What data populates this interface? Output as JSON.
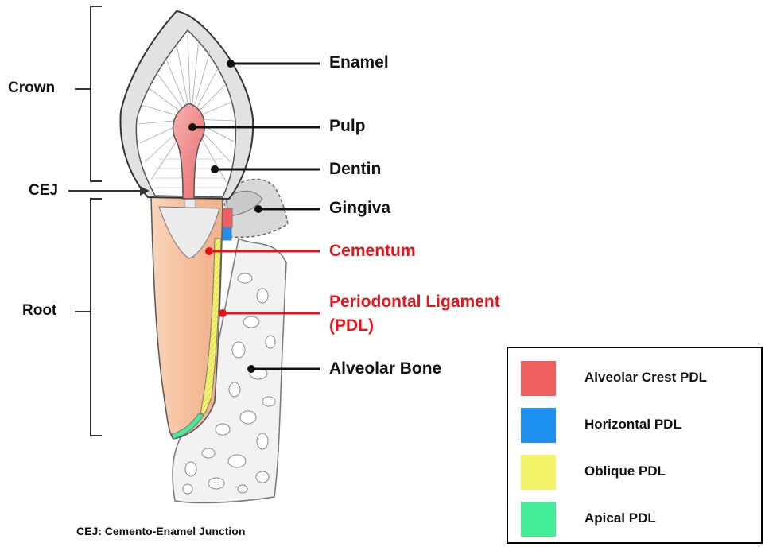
{
  "labels": {
    "enamel": "Enamel",
    "pulp": "Pulp",
    "dentin": "Dentin",
    "gingiva": "Gingiva",
    "cementum": "Cementum",
    "pdl_line1": "Periodontal Ligament",
    "pdl_line2": "(PDL)",
    "alveolar_bone": "Alveolar Bone"
  },
  "side_labels": {
    "crown": "Crown",
    "cej": "CEJ",
    "root": "Root"
  },
  "footnote": "CEJ: Cemento-Enamel Junction",
  "legend": {
    "items": [
      {
        "label": "Alveolar Crest PDL",
        "color": "#f06060"
      },
      {
        "label": "Horizontal PDL",
        "color": "#1e90f0"
      },
      {
        "label": "Oblique PDL",
        "color": "#f4f46a"
      },
      {
        "label": "Apical PDL",
        "color": "#44ec98"
      }
    ]
  },
  "colors": {
    "label_red": "#e4141b",
    "pulp": "#f08c8c",
    "root_fill": "#f6c3a0"
  }
}
